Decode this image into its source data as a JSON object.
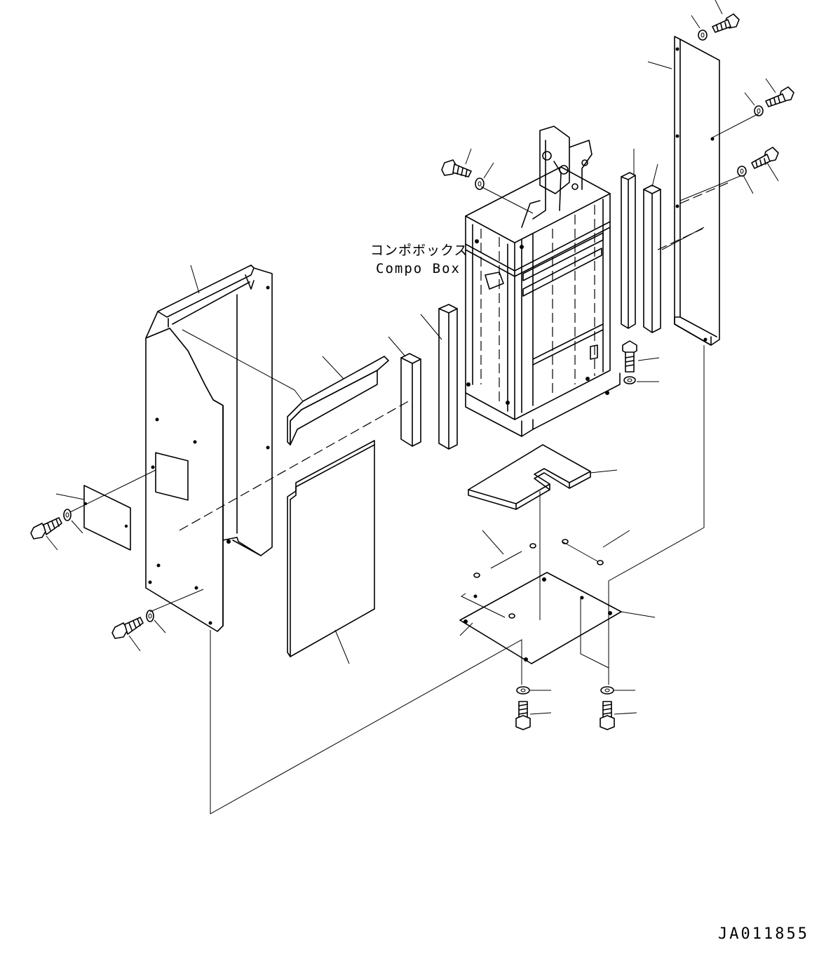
{
  "callout": {
    "name_jp": "コンポボックス",
    "name_en": "Compo Box"
  },
  "figure_number": "JA011855",
  "colors": {
    "line": "#000000",
    "background": "#ffffff"
  }
}
